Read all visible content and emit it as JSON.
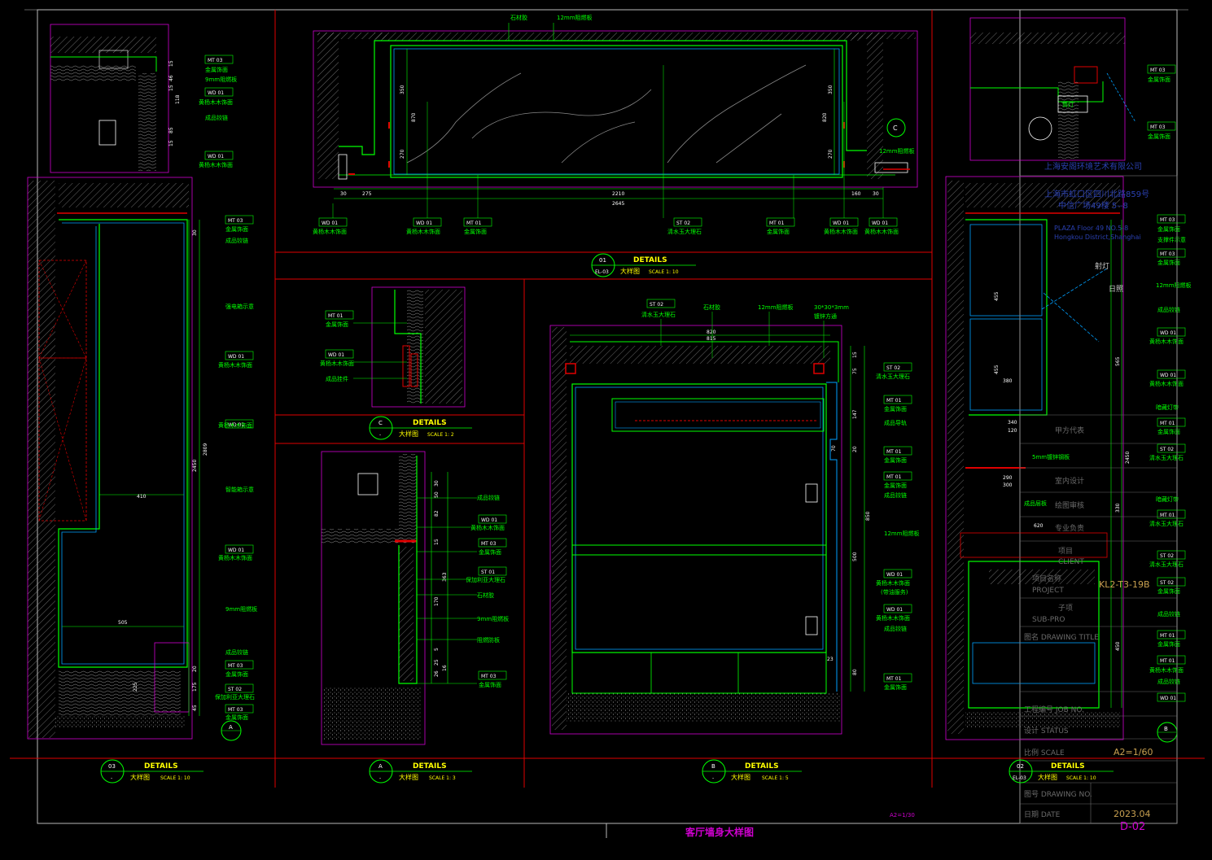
{
  "drawing": {
    "sheet_title": "客厅墙身大样图",
    "scale_note": "A2=1/30"
  },
  "title_block": {
    "company": "上海安阁环境艺术有限公司",
    "address_1": "上海市虹口区四川北路859号",
    "address_2": "中信广场49楼 5--8",
    "address_en_1": "PLAZA Floor 49 NO.5-8",
    "address_en_2": "Hongkou District,Shanghai",
    "party_a_label": "甲方代表",
    "interior_design_label": "室内设计",
    "drafting_label": "绘图审核",
    "major_label": "专业负责",
    "project_label": "项目",
    "client_label": "CLIENT",
    "project_name_label": "项目名称",
    "project_en_label": "PROJECT",
    "project_code": "KL2-T3-19B",
    "subproject_label": "子项",
    "subproject_en_label": "SUB-PRO",
    "drawing_title_label": "图名 DRAWING TITLE",
    "job_no_label": "工程编号 JOB NO.",
    "status_label": "设计 STATUS",
    "scale_label": "比例 SCALE",
    "scale_value": "A2=1/60",
    "drawing_no_label": "图号 DRAWING NO.",
    "date_label": "日期 DATE",
    "date_value": "2023.04",
    "drawing_no_value": "D-02"
  },
  "details": [
    {
      "num": "01",
      "ref": "EL-03",
      "title": "DETAILS",
      "subtitle": "大样图",
      "scale": "SCALE 1: 10"
    },
    {
      "num": "C",
      "ref": "-",
      "title": "DETAILS",
      "subtitle": "大样图",
      "scale": "SCALE 1: 2"
    },
    {
      "num": "03",
      "ref": "-",
      "title": "DETAILS",
      "subtitle": "大样图",
      "scale": "SCALE 1: 10"
    },
    {
      "num": "A",
      "ref": "-",
      "title": "DETAILS",
      "subtitle": "大样图",
      "scale": "SCALE 1: 3"
    },
    {
      "num": "B",
      "ref": "-",
      "title": "DETAILS",
      "subtitle": "大样图",
      "scale": "SCALE 1: 5"
    },
    {
      "num": "02",
      "ref": "EL-03",
      "title": "DETAILS",
      "subtitle": "大样图",
      "scale": "SCALE 1: 10"
    }
  ],
  "callouts": {
    "d01_top": [
      "石材胶",
      "12mm阻燃板"
    ],
    "d01_bottom_tags": [
      "WD 01",
      "WD 01",
      "MT 01",
      "ST 02",
      "MT 01",
      "WD 01",
      "WD 01"
    ],
    "d01_bottom_names": [
      "黄杨木木饰面",
      "黄杨木木饰面",
      "金属饰面",
      "清水玉大理石",
      "金属饰面",
      "黄杨木木饰面",
      "黄杨木木饰面"
    ],
    "d01_right": "12mm阻燃板",
    "d01_dims_h": [
      "30",
      "275",
      "2210",
      "2645",
      "160",
      "30"
    ],
    "d01_dims_v": [
      "350",
      "870",
      "270",
      "350",
      "820",
      "270"
    ],
    "d03_tags": [
      "MT 03",
      "WD 01",
      "WD 01",
      "MT 03",
      "WD 01",
      "WD 01",
      "WD 01",
      "MT 03",
      "ST 02",
      "MT 03"
    ],
    "d03_top_names": [
      "金属饰面",
      "9mm阻燃板",
      "黄杨木木饰面",
      "成品铰链",
      "黄杨木木饰面"
    ],
    "d03_names": [
      "金属饰面",
      "成品铰链",
      "强电箱示意",
      "黄杨木木饰面",
      "黄杨木木饰面",
      "智能箱示意",
      "黄杨木木饰面",
      "9mm阻燃板",
      "成品铰链",
      "金属饰面",
      "保加利亚大理石",
      "金属饰面"
    ],
    "d03_dims": [
      "410",
      "505",
      "2450",
      "2809",
      "225",
      "175",
      "20",
      "45",
      "30"
    ],
    "d03_top_dims": [
      "15",
      "46",
      "15",
      "118",
      "85",
      "15"
    ],
    "dC_tags": [
      "MT 01",
      "WD 01"
    ],
    "dC_names": [
      "金属饰面",
      "黄杨木木饰面",
      "成品挂件"
    ],
    "dA_tags": [
      "WD 01",
      "MT 03",
      "ST 01",
      "MT 03"
    ],
    "dA_names": [
      "成品铰链",
      "黄杨木木饰面",
      "金属饰面",
      "保加利亚大理石",
      "石材胶",
      "9mm阻燃板",
      "阻燃防板",
      "金属饰面"
    ],
    "dA_dims": [
      "30",
      "50",
      "82",
      "15",
      "363",
      "170",
      "5",
      "25",
      "26",
      "16"
    ],
    "dB_top_tags": [
      "ST 02"
    ],
    "dB_top_names": [
      "清水玉大理石",
      "石材胶",
      "12mm阻燃板",
      "30*30*3mm",
      "镀锌方通"
    ],
    "dB_tags": [
      "ST 02",
      "MT 01",
      "MT 01",
      "MT 01",
      "WD 01",
      "WD 01",
      "MT 01"
    ],
    "dB_names": [
      "清水玉大理石",
      "金属饰面",
      "成品导轨",
      "金属饰面",
      "金属饰面",
      "成品铰链",
      "12mm阻燃板",
      "黄杨木木饰面",
      "(带油服务)",
      "黄杨木木饰面",
      "成品铰链",
      "金属饰面"
    ],
    "dB_dims_h": [
      "820",
      "815",
      "23"
    ],
    "dB_dims_v": [
      "15",
      "75",
      "147",
      "70",
      "20",
      "850",
      "500",
      "80"
    ],
    "d02_tags": [
      "MT 03",
      "MT 03",
      "MT 03",
      "MT 03",
      "WD 01",
      "WD 01",
      "MT 01",
      "ST 02",
      "MT 01",
      "ST 02",
      "ST 02",
      "MT 01",
      "MT 01",
      "WD 01"
    ],
    "d02_top_names": [
      "金属饰面",
      "金属饰面",
      "筒灯"
    ],
    "d02_names": [
      "金属饰面",
      "支撑件示意",
      "金属饰面",
      "12mm阻燃板",
      "成品铰链",
      "黄杨木木饰面",
      "黄杨木木饰面",
      "暗藏灯带",
      "金属饰面",
      "清水玉大理石",
      "暗藏灯带",
      "清水玉大理石",
      "清水玉大理石",
      "金属饰面",
      "成品铰链",
      "金属饰面",
      "黄杨木木饰面",
      "成品铰链"
    ],
    "d02_mid_names": [
      "5mm镀锌钢板",
      "成品层板",
      "射灯",
      "日照"
    ],
    "d02_dims": [
      "455",
      "455",
      "380",
      "340",
      "120",
      "290",
      "300",
      "620",
      "565",
      "2450",
      "330",
      "450"
    ],
    "d02_scale_markers": [
      "B",
      "C"
    ]
  }
}
